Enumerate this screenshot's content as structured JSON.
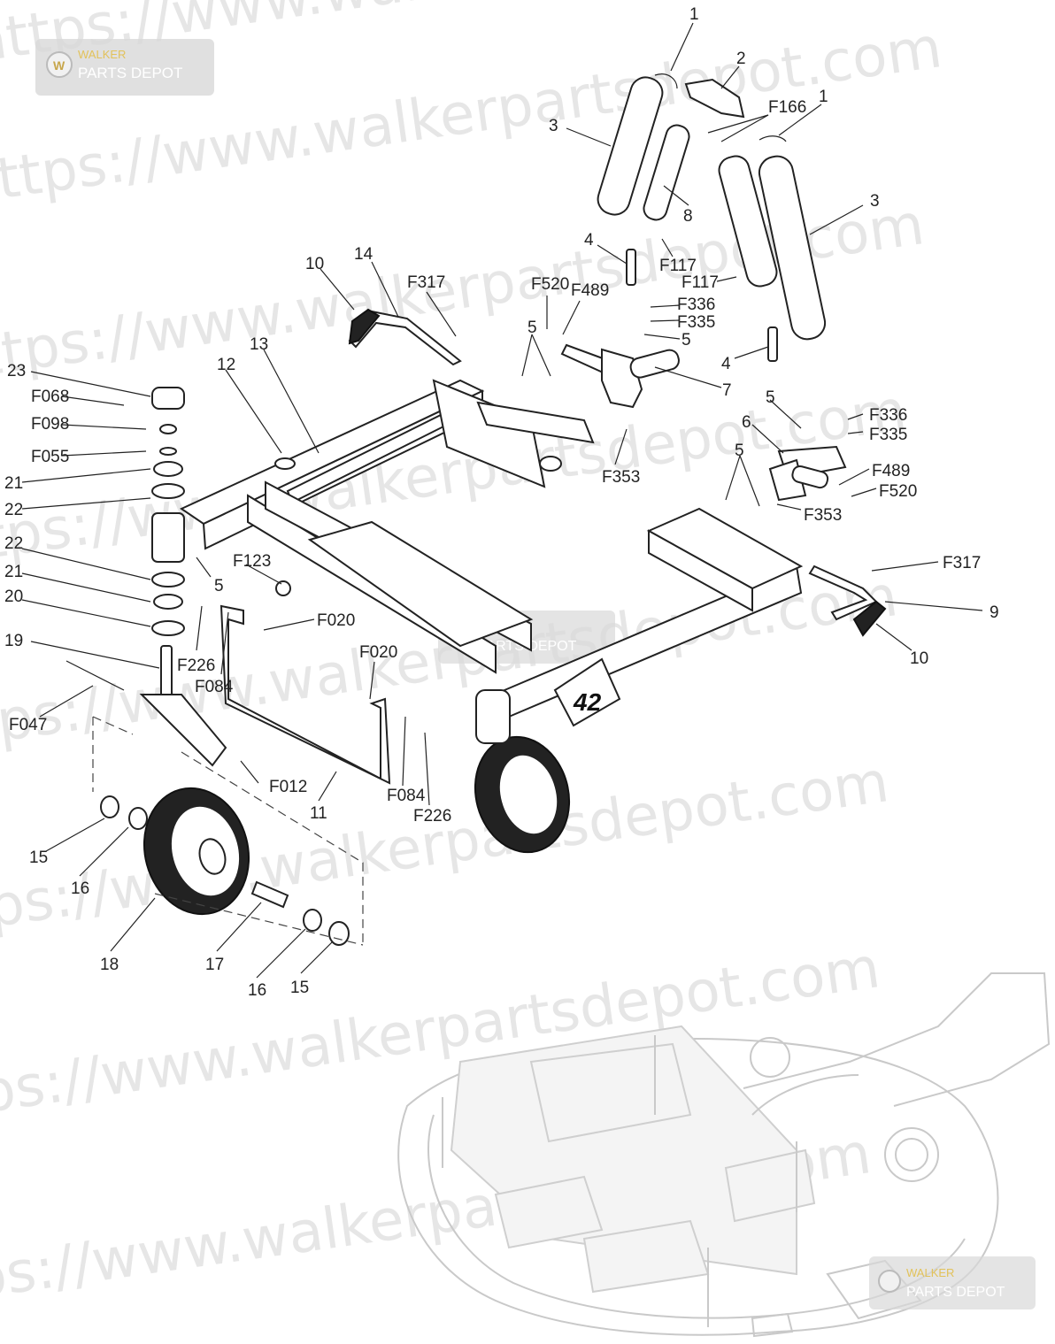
{
  "watermark": {
    "url_text": "https://www.walkerpartsdepot.com",
    "badge_line1": "WALKER",
    "badge_line2": "PARTS DEPOT"
  },
  "deck_badge": {
    "text": "42"
  },
  "callouts": [
    {
      "id": "c-1a",
      "text": "1"
    },
    {
      "id": "c-2",
      "text": "2"
    },
    {
      "id": "c-F166",
      "text": "F166"
    },
    {
      "id": "c-1b",
      "text": "1"
    },
    {
      "id": "c-3a",
      "text": "3"
    },
    {
      "id": "c-3b",
      "text": "3"
    },
    {
      "id": "c-8",
      "text": "8"
    },
    {
      "id": "c-4a",
      "text": "4"
    },
    {
      "id": "c-F117a",
      "text": "F117"
    },
    {
      "id": "c-F117b",
      "text": "F117"
    },
    {
      "id": "c-10a",
      "text": "10"
    },
    {
      "id": "c-14",
      "text": "14"
    },
    {
      "id": "c-F317a",
      "text": "F317"
    },
    {
      "id": "c-F520a",
      "text": "F520"
    },
    {
      "id": "c-F489a",
      "text": "F489"
    },
    {
      "id": "c-F336a",
      "text": "F336"
    },
    {
      "id": "c-F335a",
      "text": "F335"
    },
    {
      "id": "c-5a",
      "text": "5"
    },
    {
      "id": "c-5b",
      "text": "5"
    },
    {
      "id": "c-4b",
      "text": "4"
    },
    {
      "id": "c-7",
      "text": "7"
    },
    {
      "id": "c-F353a",
      "text": "F353"
    },
    {
      "id": "c-23",
      "text": "23"
    },
    {
      "id": "c-12",
      "text": "12"
    },
    {
      "id": "c-13",
      "text": "13"
    },
    {
      "id": "c-F068",
      "text": "F068"
    },
    {
      "id": "c-F098",
      "text": "F098"
    },
    {
      "id": "c-F055",
      "text": "F055"
    },
    {
      "id": "c-21a",
      "text": "21"
    },
    {
      "id": "c-22a",
      "text": "22"
    },
    {
      "id": "c-22b",
      "text": "22"
    },
    {
      "id": "c-21b",
      "text": "21"
    },
    {
      "id": "c-20",
      "text": "20"
    },
    {
      "id": "c-19",
      "text": "19"
    },
    {
      "id": "c-F047",
      "text": "F047"
    },
    {
      "id": "c-5c",
      "text": "5"
    },
    {
      "id": "c-F123",
      "text": "F123"
    },
    {
      "id": "c-F226a",
      "text": "F226"
    },
    {
      "id": "c-F084a",
      "text": "F084"
    },
    {
      "id": "c-F020a",
      "text": "F020"
    },
    {
      "id": "c-F020b",
      "text": "F020"
    },
    {
      "id": "c-F012",
      "text": "F012"
    },
    {
      "id": "c-11",
      "text": "11"
    },
    {
      "id": "c-F084b",
      "text": "F084"
    },
    {
      "id": "c-F226b",
      "text": "F226"
    },
    {
      "id": "c-5d",
      "text": "5"
    },
    {
      "id": "c-6",
      "text": "6"
    },
    {
      "id": "c-F336b",
      "text": "F336"
    },
    {
      "id": "c-F335b",
      "text": "F335"
    },
    {
      "id": "c-5e",
      "text": "5"
    },
    {
      "id": "c-F489b",
      "text": "F489"
    },
    {
      "id": "c-F520b",
      "text": "F520"
    },
    {
      "id": "c-F353b",
      "text": "F353"
    },
    {
      "id": "c-F317b",
      "text": "F317"
    },
    {
      "id": "c-9",
      "text": "9"
    },
    {
      "id": "c-10b",
      "text": "10"
    },
    {
      "id": "c-15a",
      "text": "15"
    },
    {
      "id": "c-16a",
      "text": "16"
    },
    {
      "id": "c-18",
      "text": "18"
    },
    {
      "id": "c-17",
      "text": "17"
    },
    {
      "id": "c-16b",
      "text": "16"
    },
    {
      "id": "c-15b",
      "text": "15"
    }
  ]
}
